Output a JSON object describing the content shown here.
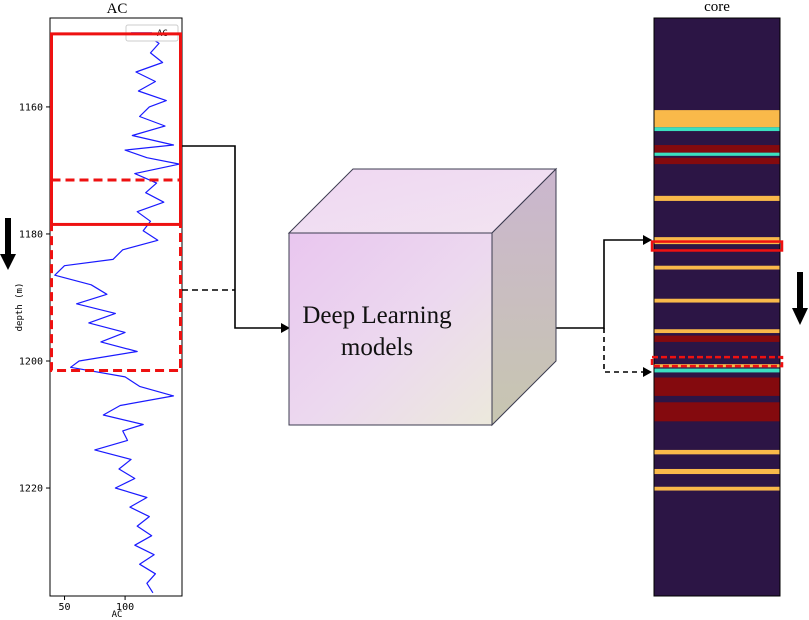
{
  "ac_plot": {
    "title": "AC",
    "xlabel": "AC",
    "ylabel": "depth (m)",
    "legend": "AC",
    "legend_position": "top-right",
    "line_color": "#1a1aff",
    "depth_range": [
      1146.0,
      1237.0
    ],
    "ac_range": [
      38,
      147
    ],
    "yticks": [
      {
        "value": 1160,
        "label": "1160"
      },
      {
        "value": 1180,
        "label": "1180"
      },
      {
        "value": 1200,
        "label": "1200"
      },
      {
        "value": 1220,
        "label": "1220"
      }
    ],
    "xticks": [
      {
        "value": 50,
        "label": "50"
      },
      {
        "value": 100,
        "label": "100"
      }
    ],
    "windows": [
      {
        "style": "solid",
        "from": 1148.5,
        "to": 1178.5
      },
      {
        "style": "dashed",
        "from": 1171.5,
        "to": 1201.5
      }
    ],
    "curve": [
      [
        1148.5,
        116
      ],
      [
        1150,
        128
      ],
      [
        1151.5,
        121
      ],
      [
        1153,
        131
      ],
      [
        1154.5,
        109
      ],
      [
        1156,
        125
      ],
      [
        1157.5,
        111
      ],
      [
        1159,
        134
      ],
      [
        1160,
        120
      ],
      [
        1161.5,
        112
      ],
      [
        1163,
        133
      ],
      [
        1164.5,
        106
      ],
      [
        1166,
        140
      ],
      [
        1166.8,
        100
      ],
      [
        1168,
        118
      ],
      [
        1169,
        145
      ],
      [
        1170.5,
        108
      ],
      [
        1172,
        126
      ],
      [
        1173.5,
        117
      ],
      [
        1175,
        132
      ],
      [
        1176.5,
        110
      ],
      [
        1178,
        121
      ],
      [
        1179.5,
        115
      ],
      [
        1181,
        127
      ],
      [
        1182.5,
        98
      ],
      [
        1184,
        90
      ],
      [
        1185,
        50
      ],
      [
        1186.5,
        42
      ],
      [
        1188,
        72
      ],
      [
        1189.5,
        85
      ],
      [
        1191,
        60
      ],
      [
        1192.5,
        92
      ],
      [
        1194,
        70
      ],
      [
        1195.5,
        100
      ],
      [
        1197,
        80
      ],
      [
        1198.5,
        110
      ],
      [
        1200,
        62
      ],
      [
        1201,
        55
      ],
      [
        1202.5,
        100
      ],
      [
        1204,
        112
      ],
      [
        1205.5,
        140
      ],
      [
        1207,
        96
      ],
      [
        1208.5,
        82
      ],
      [
        1210,
        115
      ],
      [
        1211,
        98
      ],
      [
        1212.5,
        102
      ],
      [
        1214,
        75
      ],
      [
        1215.5,
        105
      ],
      [
        1217,
        95
      ],
      [
        1218.5,
        108
      ],
      [
        1220,
        92
      ],
      [
        1221.5,
        118
      ],
      [
        1223,
        104
      ],
      [
        1224.5,
        120
      ],
      [
        1226,
        110
      ],
      [
        1227.5,
        122
      ],
      [
        1229,
        108
      ],
      [
        1230.5,
        124
      ],
      [
        1232,
        112
      ],
      [
        1233.5,
        125
      ],
      [
        1235,
        118
      ],
      [
        1236.5,
        123
      ]
    ]
  },
  "model": {
    "label_line1": "Deep Learning",
    "label_line2": "models"
  },
  "core_plot": {
    "title": "core",
    "background": "#2c1545",
    "depth_range": [
      1146.0,
      1237.0
    ],
    "colors": {
      "yellow": "#f9b94a",
      "cyan": "#3ce0c0",
      "red": "#840a0e"
    },
    "bands": [
      {
        "from": 1160.5,
        "to": 1163.2,
        "color": "yellow"
      },
      {
        "from": 1163.2,
        "to": 1163.8,
        "color": "cyan"
      },
      {
        "from": 1166.0,
        "to": 1167.2,
        "color": "red"
      },
      {
        "from": 1167.2,
        "to": 1167.7,
        "color": "cyan"
      },
      {
        "from": 1168.0,
        "to": 1169.0,
        "color": "red"
      },
      {
        "from": 1174.0,
        "to": 1174.8,
        "color": "yellow"
      },
      {
        "from": 1180.5,
        "to": 1181.6,
        "color": "yellow"
      },
      {
        "from": 1185.0,
        "to": 1185.6,
        "color": "yellow"
      },
      {
        "from": 1190.2,
        "to": 1190.8,
        "color": "yellow"
      },
      {
        "from": 1195.0,
        "to": 1195.6,
        "color": "yellow"
      },
      {
        "from": 1196.0,
        "to": 1197.0,
        "color": "red"
      },
      {
        "from": 1200.5,
        "to": 1201.0,
        "color": "yellow"
      },
      {
        "from": 1201.2,
        "to": 1201.8,
        "color": "cyan"
      },
      {
        "from": 1202.6,
        "to": 1205.5,
        "color": "red"
      },
      {
        "from": 1206.5,
        "to": 1209.5,
        "color": "red"
      },
      {
        "from": 1214.0,
        "to": 1214.7,
        "color": "yellow"
      },
      {
        "from": 1217.0,
        "to": 1217.8,
        "color": "yellow"
      },
      {
        "from": 1219.8,
        "to": 1220.4,
        "color": "yellow"
      }
    ],
    "markers": [
      {
        "style": "solid",
        "from": 1181.2,
        "to": 1182.6
      },
      {
        "style": "dashed",
        "from": 1199.4,
        "to": 1200.8
      }
    ]
  }
}
